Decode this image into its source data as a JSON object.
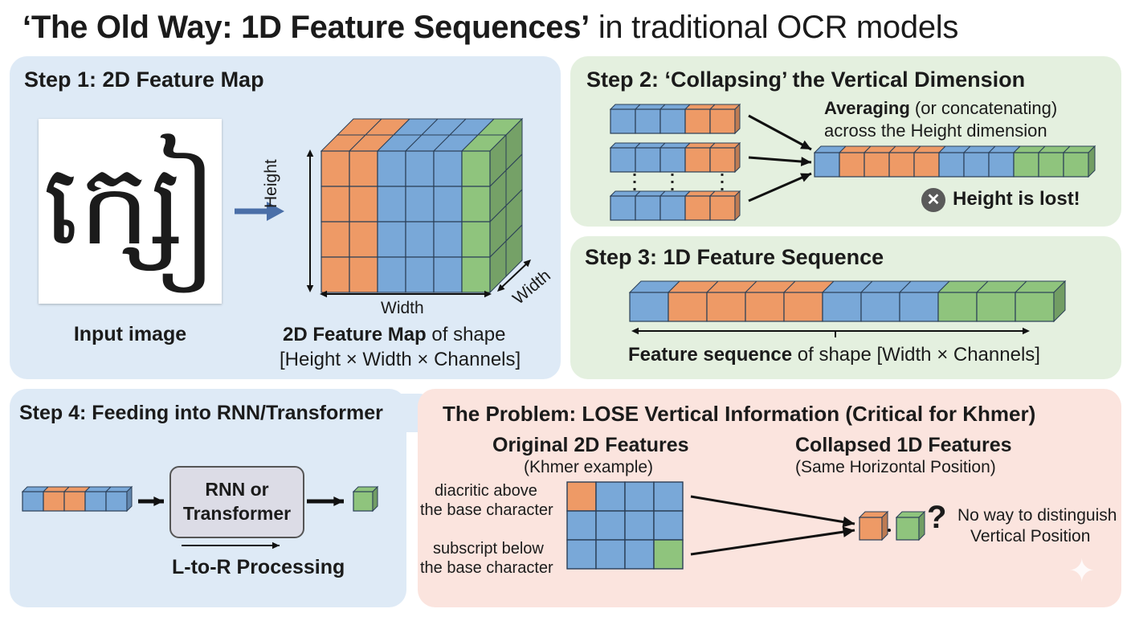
{
  "title": {
    "bold": "‘The Old Way: 1D Feature Sequences’",
    "rest": " in traditional OCR models"
  },
  "step1": {
    "heading": "Step 1: 2D Feature Map",
    "glyph": "ក្សៀ",
    "input_label": "Input image",
    "height_label": "Height",
    "width_label": "Width",
    "depth_label": "Width",
    "caption_bold": "2D Feature Map",
    "caption_rest": " of shape",
    "caption_shape": "[Height × Width × Channels]"
  },
  "step2": {
    "heading": "Step 2: ‘Collapsing’ the Vertical Dimension",
    "avg_bold": "Averaging",
    "avg_rest": " (or concatenating)",
    "avg_line2": "across the Height dimension",
    "lost": "Height is lost!"
  },
  "step3": {
    "heading": "Step 3: 1D Feature Sequence",
    "caption_bold": "Feature sequence",
    "caption_rest": " of shape [Width × Channels]"
  },
  "step4": {
    "heading_bold": "Step 4:",
    "heading_rest": " Feeding into RNN/Transformer",
    "box_line1": "RNN or",
    "box_line2": "Transformer",
    "processing": "L-to-R Processing"
  },
  "problem": {
    "heading": "The Problem: LOSE Vertical Information (Critical for Khmer)",
    "orig_title": "Original 2D Features",
    "orig_sub": "(Khmer example)",
    "coll_title": "Collapsed 1D Features",
    "coll_sub": "(Same Horizontal Position)",
    "diac_1": "diacritic above",
    "diac_2": "the base character",
    "sub_1": "subscript below",
    "sub_2": "the base character",
    "note_1": "No way to distinguish",
    "note_2": "Vertical Position",
    "q": "?"
  },
  "colors": {
    "blue": "#79a8d8",
    "orange": "#ee9a66",
    "green": "#8fc47d",
    "arrow": "#4a6fa8"
  }
}
